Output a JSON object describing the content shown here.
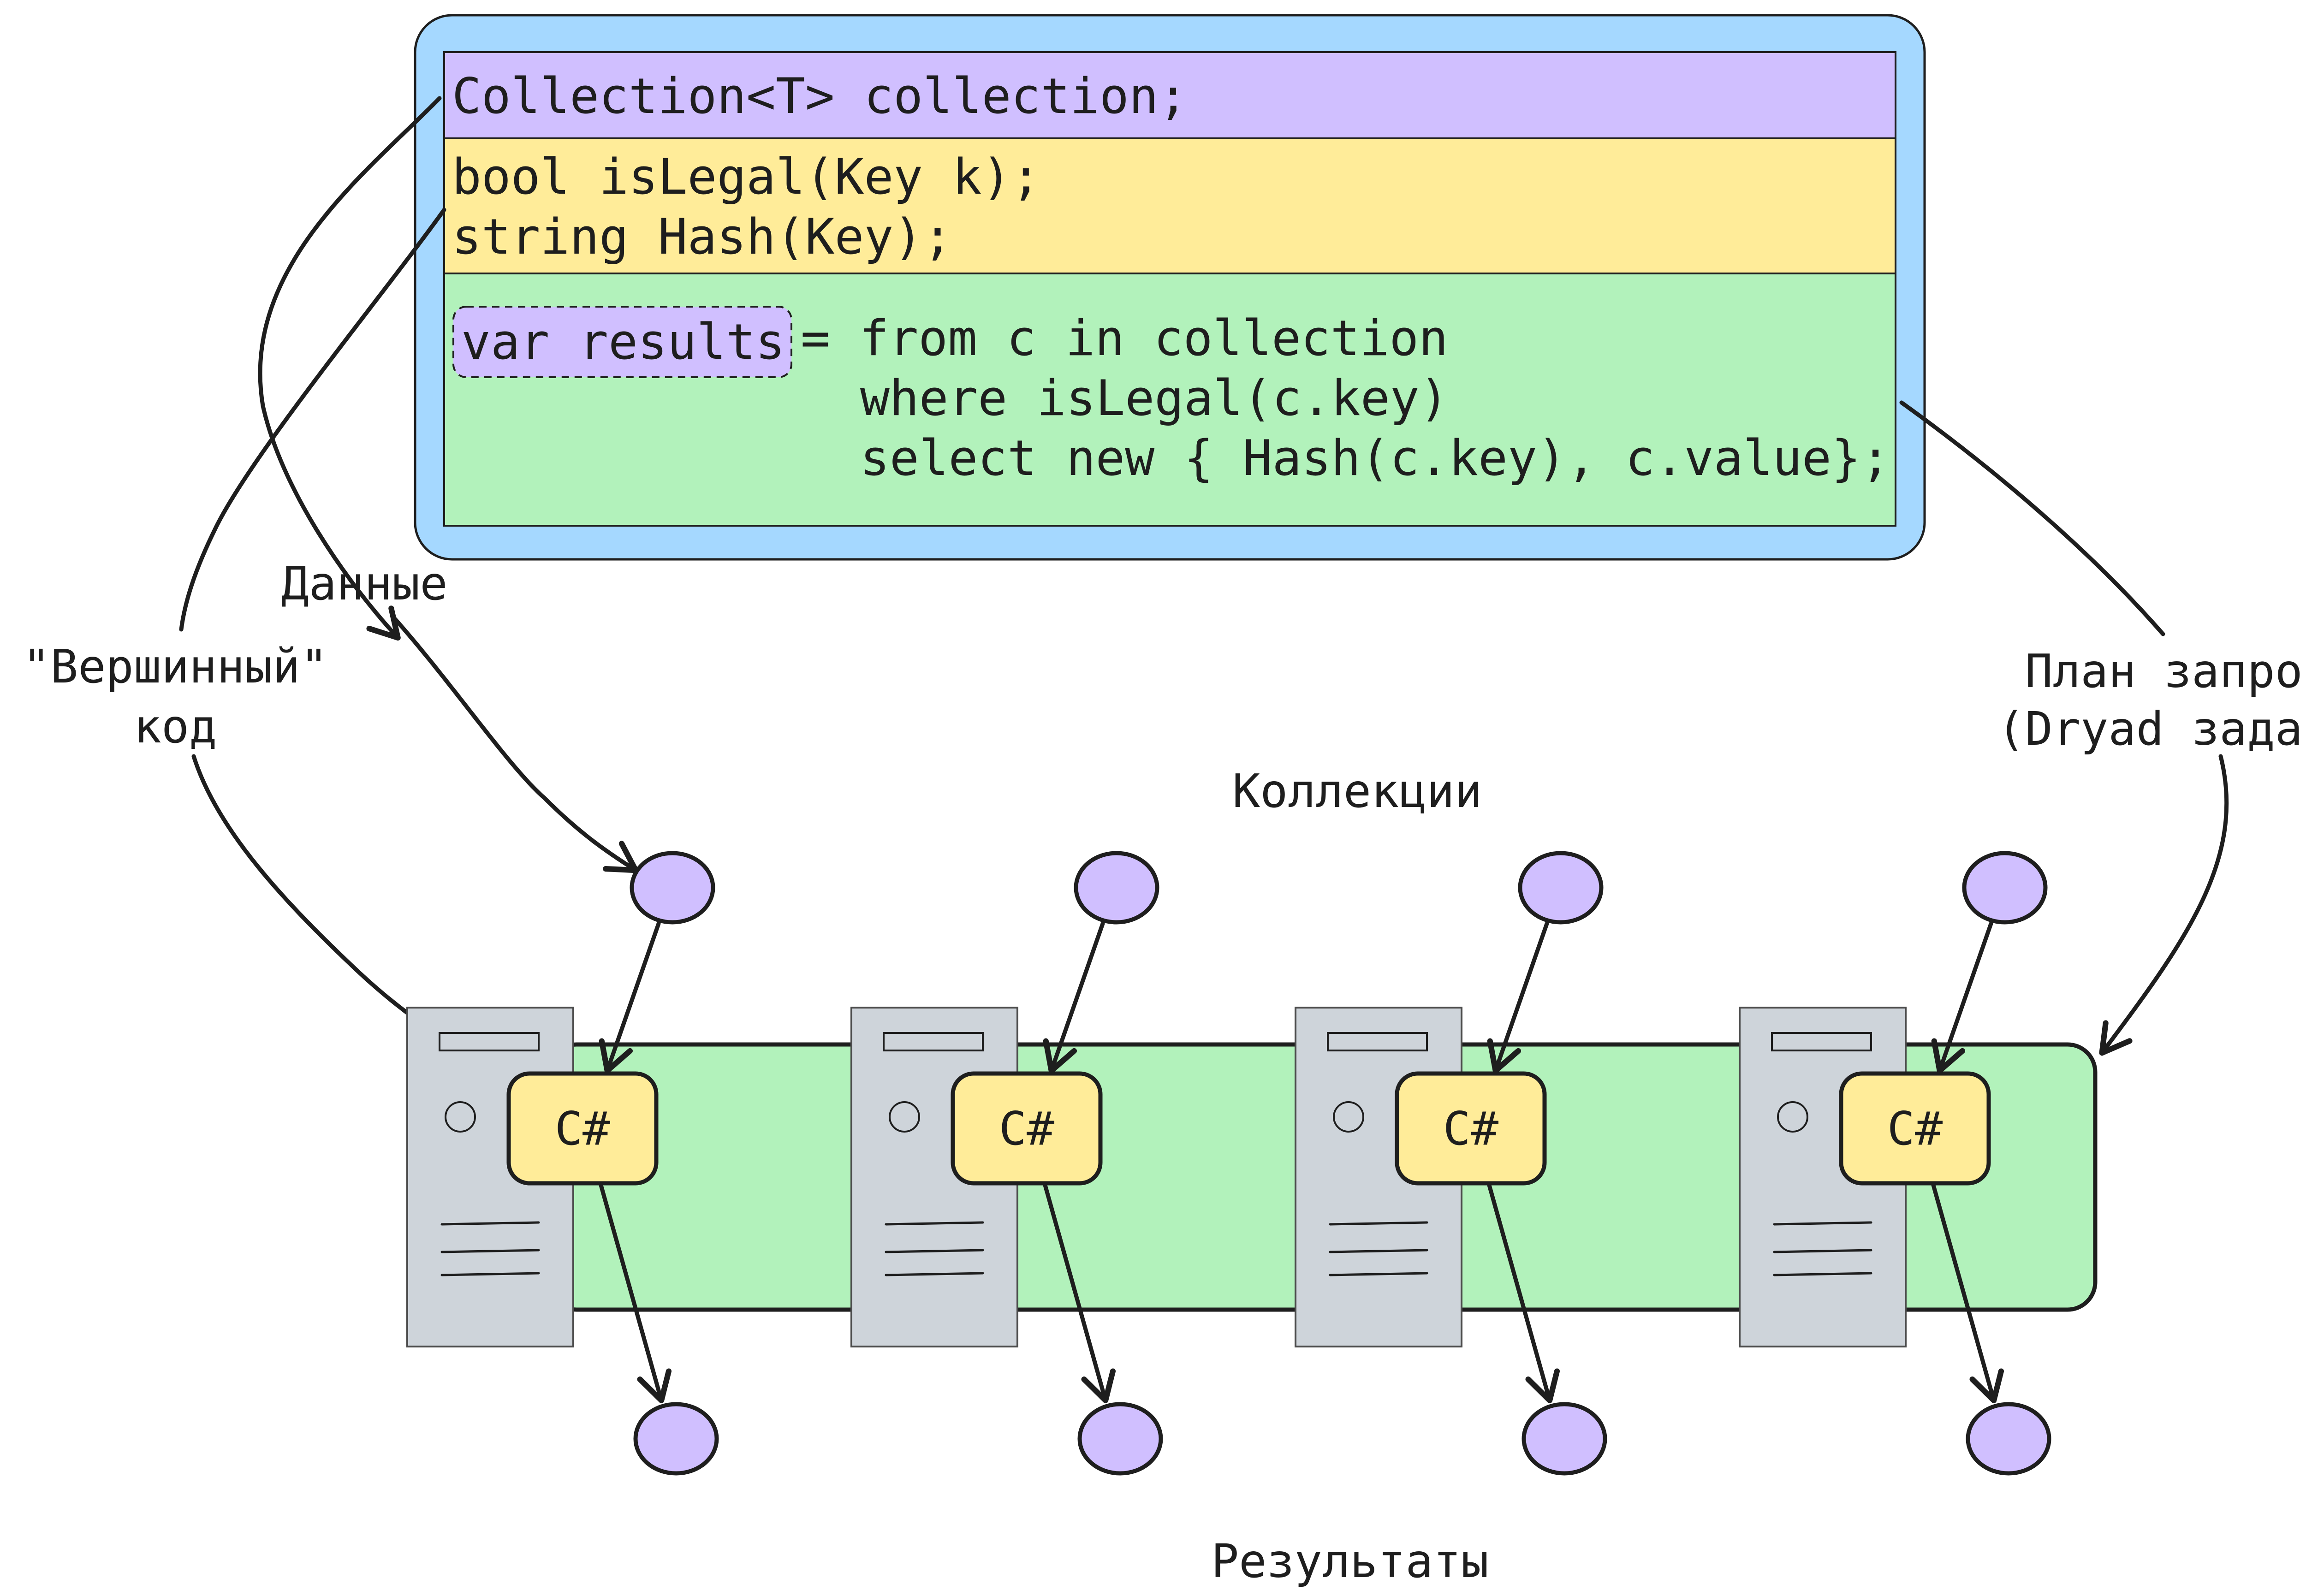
{
  "code_block": {
    "data_line": "Collection<T> collection;",
    "vertex_lines": [
      "bool isLegal(Key k);",
      "string Hash(Key);"
    ],
    "query_var": "var results",
    "query_lines": [
      "= from c in collection",
      "where isLegal(c.key)",
      "select new { Hash(c.key), c.value};"
    ]
  },
  "labels": {
    "data": "Данные",
    "vertex_code_line1": "\"Вершинный\"",
    "vertex_code_line2": "код",
    "query_plan_line1": "План запроса",
    "query_plan_line2": "(Dryad задача)",
    "collections": "Коллекции",
    "results": "Результаты"
  },
  "nodes": [
    {
      "badge": "C#"
    },
    {
      "badge": "C#"
    },
    {
      "badge": "C#"
    },
    {
      "badge": "C#"
    }
  ],
  "colors": {
    "outer_panel": "#a5d8ff",
    "data_row": "#d0bfff",
    "vertex_row": "#ffec99",
    "query_row": "#b2f2bb",
    "server": "#ced4da",
    "badge": "#ffec99",
    "ellipse": "#d0bfff",
    "cluster_band": "#b2f2bb",
    "ink": "#1e1e1e"
  }
}
